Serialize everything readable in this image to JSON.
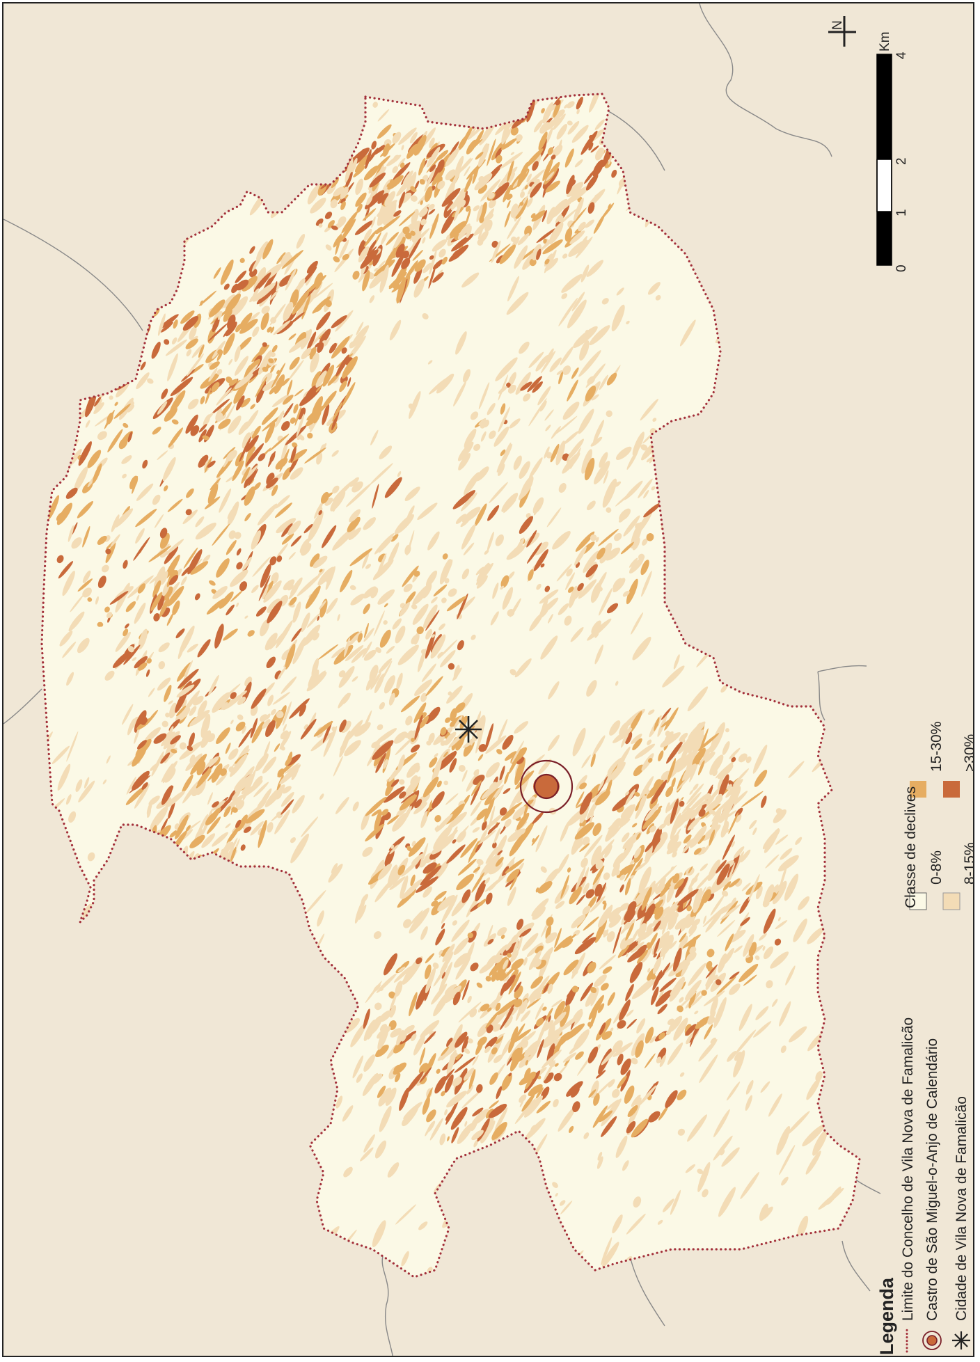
{
  "north": {
    "label": "N"
  },
  "scale": {
    "ticks": [
      "0",
      "1",
      "2",
      "4"
    ],
    "unit": "Km"
  },
  "legend": {
    "title": "Legenda",
    "items": [
      {
        "label": "Limite do Concelho de Vila Nova de Famalicão",
        "symbol": "dotted-boundary-line"
      },
      {
        "label": "Castro de São Miguel-o-Anjo de Calendário",
        "symbol": "double-circle-icon"
      },
      {
        "label": "Cidade de Vila Nova de Famalicão",
        "symbol": "asterisk-icon"
      }
    ],
    "slope_title": "Classe de declives",
    "slope_classes": [
      {
        "label": "0-8%",
        "color": "#fbf9e6"
      },
      {
        "label": "8-15%",
        "color": "#f3dcb6"
      },
      {
        "label": "15-30%",
        "color": "#e6ad62"
      },
      {
        "label": ">30%",
        "color": "#c96a3b"
      }
    ]
  },
  "colors": {
    "background": "#f0e7d6",
    "boundary": "#a3303a",
    "neighbor_lines": "#888888",
    "castro": "#7a1f28",
    "city": "#222222"
  }
}
